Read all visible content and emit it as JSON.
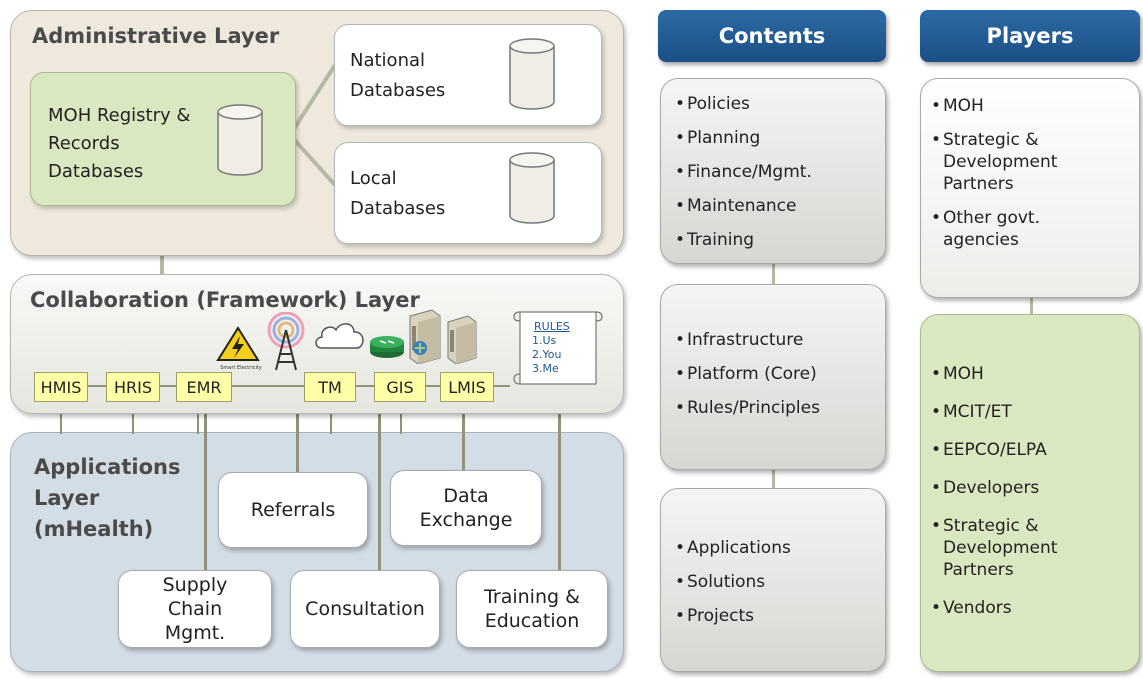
{
  "admin": {
    "title": "Administrative Layer",
    "moh_db": "MOH Registry & Records Databases",
    "national_db": "National Databases",
    "local_db": "Local Databases"
  },
  "collab": {
    "title": "Collaboration (Framework) Layer",
    "tags": [
      "HMIS",
      "HRIS",
      "EMR",
      "TM",
      "GIS",
      "LMIS"
    ],
    "rules": {
      "title": "RULES",
      "items": [
        "1.Us",
        "2.You",
        "3.Me"
      ]
    },
    "icon_caption": "Smart Electricity"
  },
  "apps": {
    "title": "Applications Layer (mHealth)",
    "boxes": {
      "referrals": "Referrals",
      "data_exchange": "Data Exchange",
      "supply_chain": "Supply Chain Mgmt.",
      "consultation": "Consultation",
      "training": "Training & Education"
    }
  },
  "contents": {
    "header": "Contents",
    "group1": [
      "Policies",
      "Planning",
      "Finance/Mgmt.",
      "Maintenance",
      "Training"
    ],
    "group2": [
      "Infrastructure",
      "Platform (Core)",
      "Rules/Principles"
    ],
    "group3": [
      "Applications",
      "Solutions",
      "Projects"
    ]
  },
  "players": {
    "header": "Players",
    "group1": [
      "MOH",
      "Strategic & Development Partners",
      "Other govt. agencies"
    ],
    "group2": [
      "MOH",
      "MCIT/ET",
      "EEPCO/ELPA",
      "Developers",
      "Strategic & Development Partners",
      "Vendors"
    ]
  },
  "colors": {
    "admin_bg": "#eee9dc",
    "collab_bg": "#f2f2ee",
    "apps_bg": "#d3dde6",
    "green": "#d9e8c1",
    "header_blue": "#1f5a94",
    "tag_yellow": "#ffffa8"
  }
}
